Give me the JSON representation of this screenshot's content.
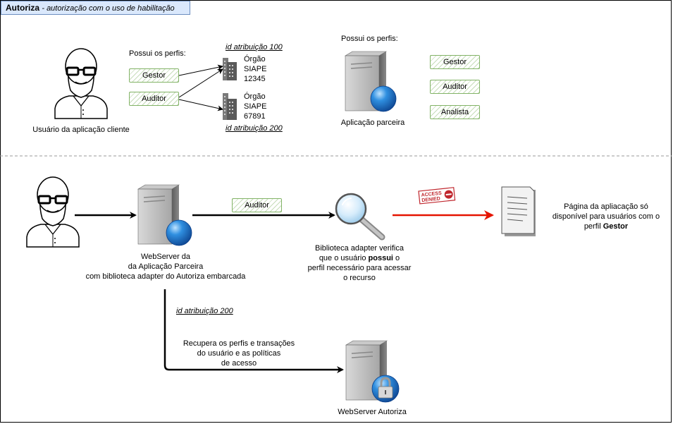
{
  "title": {
    "main": "Autoriza",
    "subtitle": "- autorização com o uso de habilitação"
  },
  "top": {
    "client_profiles_label": "Possui os perfis:",
    "client_profiles": [
      "Gestor",
      "Auditor"
    ],
    "user_label": "Usuário da aplicação cliente",
    "assignment_1": {
      "id_label": "id atribuição 100",
      "org_lines": [
        "Órgão",
        "SIAPE",
        "12345"
      ]
    },
    "assignment_2": {
      "id_label": "id atribuição 200",
      "org_lines": [
        "Órgão",
        "SIAPE",
        "67891"
      ]
    },
    "partner_profiles_label": "Possui os perfis:",
    "partner_label": "Aplicação parceira",
    "partner_profiles": [
      "Gestor",
      "Auditor",
      "Analista"
    ]
  },
  "bottom": {
    "request_profile": "Auditor",
    "webserver_lines": [
      "WebServer da",
      "da Aplicação Parceira",
      "com biblioteca adapter do Autoriza embarcada"
    ],
    "adapter_lines": [
      {
        "pre": "Biblioteca adapter verifica",
        "bold": "",
        "post": ""
      },
      {
        "pre": "que o usuário ",
        "bold": "possui",
        "post": " o"
      },
      {
        "pre": "perfil necessário para acessar",
        "bold": "",
        "post": ""
      },
      {
        "pre": "o recurso",
        "bold": "",
        "post": ""
      }
    ],
    "access_denied_stamp": [
      "ACCESS",
      "DENIED"
    ],
    "page_lines": [
      {
        "pre": "Página da apliacação só",
        "bold": ""
      },
      {
        "pre": "disponível para usuários com o",
        "bold": ""
      },
      {
        "pre": "perfil ",
        "bold": "Gestor"
      }
    ],
    "assignment_id": "id atribuição 200",
    "retrieve_lines": [
      "Recupera os perfis e transações",
      "do usuário e as políticas",
      "de acesso"
    ],
    "autoriza_label": "WebServer Autoriza"
  },
  "colors": {
    "badge_fill": "#d5e8d4",
    "badge_border": "#82b366",
    "title_fill": "#dae8fc",
    "title_border": "#6c8ebf",
    "denied_arrow": "#e51400",
    "stamp": "#c0262d"
  }
}
